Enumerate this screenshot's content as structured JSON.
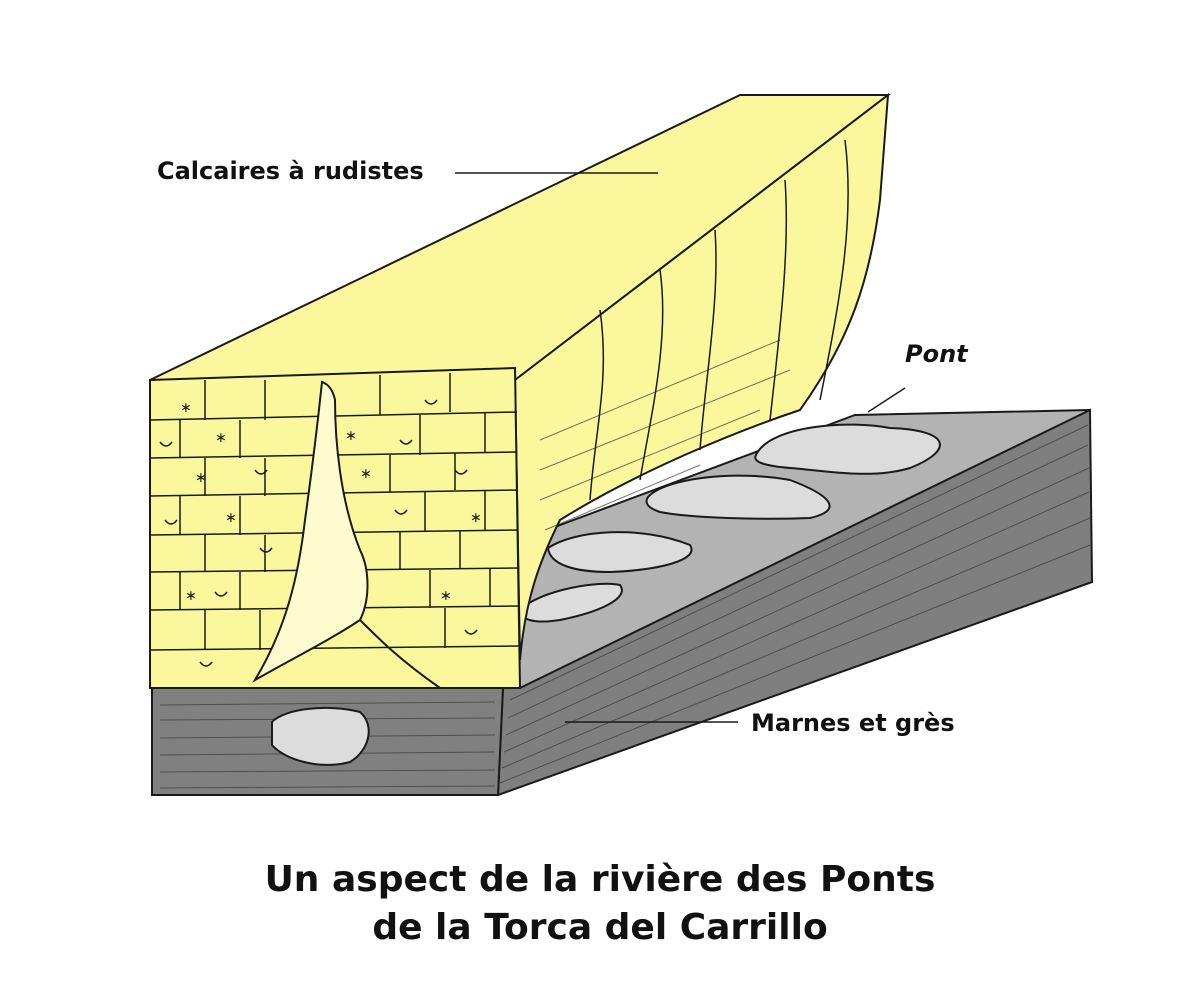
{
  "labels": {
    "calcaires": "Calcaires à rudistes",
    "pont": "Pont",
    "marnes": "Marnes et grès"
  },
  "caption": {
    "line1": "Un aspect de la rivière des Ponts",
    "line2": "de la Torca del Carrillo"
  },
  "colors": {
    "limestone": "#fbf79d",
    "limestone_light": "#fdfccf",
    "marl_side": "#7f7f7f",
    "marl_top": "#b3b3b3",
    "pool": "#dcdcdc",
    "ink": "#1a1a1a"
  }
}
